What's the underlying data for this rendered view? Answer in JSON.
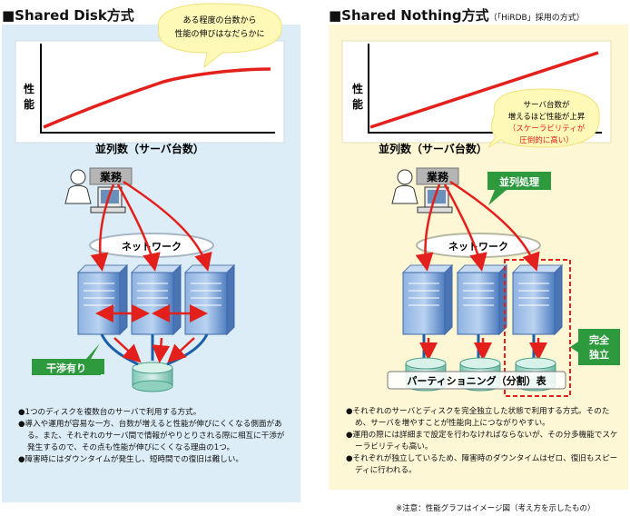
{
  "left": {
    "title": "■Shared Disk方式",
    "callout": [
      "ある程度の台数から",
      "性能の伸びはなだらかに"
    ],
    "y_axis_label": [
      "性",
      "能"
    ],
    "x_axis_label": "並列数（サーバ台数）",
    "business_label": "業務",
    "network_label": "ネットワーク",
    "interference_label": "干渉有り",
    "bullets": [
      "●1つのディスクを複数台のサーバで利用する方式。",
      "●導入や運用が容易な一方、台数が増えると性能が伸びにくくなる側面がある。また、それぞれのサーバ間で情報がやりとりされる際に相互に干渉が発生するので、その点も性能が伸びにくくなる理由の1つ。",
      "●障害時にはダウンタイムが発生し、短時間での復旧は難しい。"
    ],
    "colors": {
      "background": "#dcedf7",
      "line": "#e3201b"
    }
  },
  "right": {
    "title": "■Shared Nothing方式",
    "title_sub": "（「HiRDB」採用の方式）",
    "callout": [
      "サーバ台数が",
      "増えるほど性能が上昇",
      "（スケーラビリティが",
      "圧倒的に高い）"
    ],
    "y_axis_label": [
      "性",
      "能"
    ],
    "x_axis_label": "並列数（サーバ台数）",
    "business_label": "業務",
    "parallel_label": "並列処理",
    "network_label": "ネットワーク",
    "independent_label": [
      "完全",
      "独立"
    ],
    "partition_label": "パーティショニング（分割）表",
    "bullets": [
      "●それぞれのサーバとディスクを完全独立した状態で利用する方式。そのため、サーバを増やすことが性能向上につながりやすい。",
      "●運用の際には詳細まで設定を行わなければならないが、その分多機能でスケーラビリティも高い。",
      "●それぞれが独立しているため、障害時のダウンタイムはゼロ、復旧もスピーディに行われる。"
    ],
    "colors": {
      "background": "#fdf7d6",
      "line": "#e3201b",
      "badge": "#2e9a3e"
    }
  },
  "footnote": "※注意：性能グラフはイメージ図（考え方を示したもの）"
}
